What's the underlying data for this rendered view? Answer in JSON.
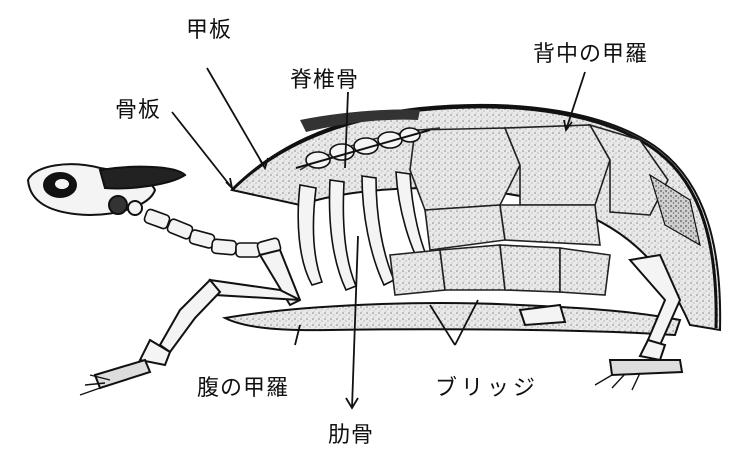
{
  "labels": {
    "koban": "骨板",
    "kouban": "甲板",
    "sekitsuikotsu": "脊椎骨",
    "senaka_no_koura": "背中の甲羅",
    "hara_no_koura": "腹の甲羅",
    "rokkotsu": "肋骨",
    "bridge": "ブリッジ"
  },
  "colors": {
    "ink": "#111111",
    "shell_shade": "#c9c9c9",
    "shell_light": "#e6e6e6",
    "bone": "#f4f4f4"
  }
}
